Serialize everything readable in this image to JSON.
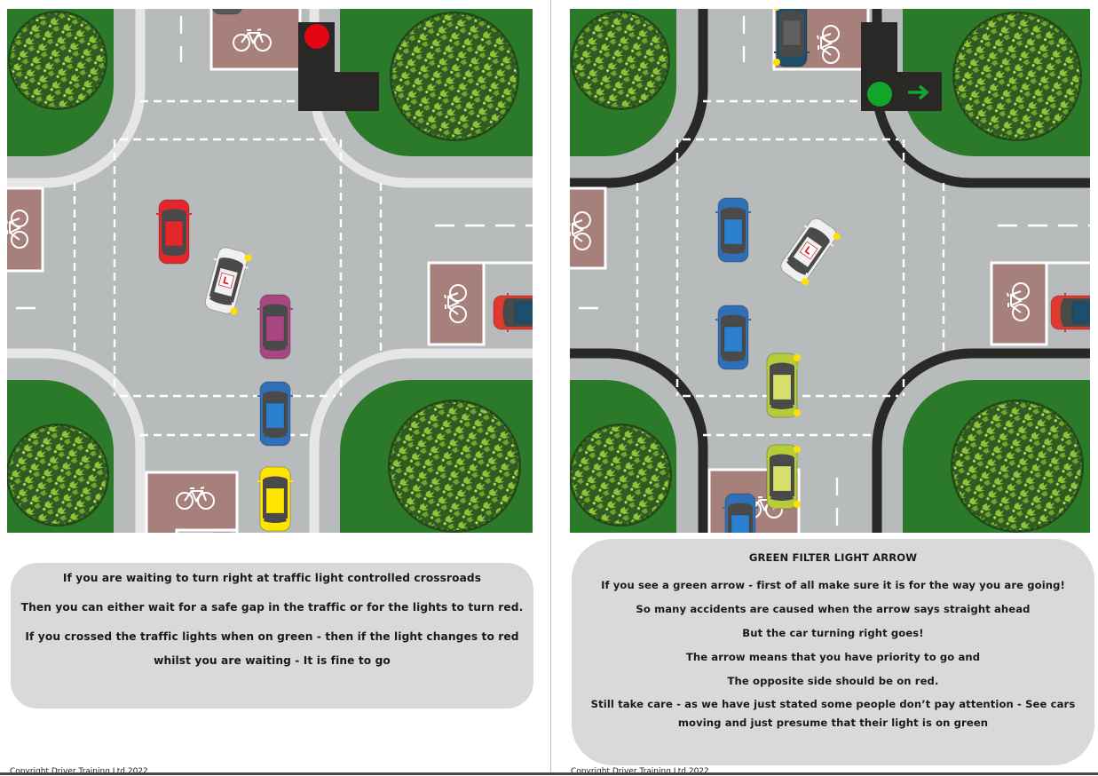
{
  "left_page": {
    "diagram": {
      "traffic_light": "red",
      "scene": "waiting to turn right"
    },
    "text_lines": [
      "If you are waiting to turn right at traffic light controlled crossroads",
      "Then you can either wait for a safe gap in the traffic or for the lights to turn red.",
      "If you crossed the traffic lights when on green - then if the light changes to red whilst you are waiting - It is fine to go"
    ],
    "copyright": "Copyright Driver Training Ltd 2022"
  },
  "right_page": {
    "diagram": {
      "traffic_light": "green",
      "filter_arrow": "right"
    },
    "title": "GREEN FILTER LIGHT ARROW",
    "text_lines": [
      "If you see a green arrow - first of all make sure it is for the way you are going!",
      "So many accidents are caused when the arrow says straight ahead",
      "But the car turning right goes!",
      "The arrow means that you have priority to go and",
      "The opposite side should be on red.",
      "Still take care - as we have just stated some people don’t pay attention - See cars moving and just presume that their light is on green"
    ],
    "copyright": "Copyright Driver Training Ltd 2022"
  },
  "colors": {
    "road": "#b8bbbc",
    "grass": "#2a7a2a",
    "cycle_box": "#a8807b",
    "curb_left": "#e6e6e6",
    "curb_right": "#2a2827",
    "light_red": "#e30613",
    "light_green": "#12a52a",
    "panel": "#d9d9d9"
  }
}
